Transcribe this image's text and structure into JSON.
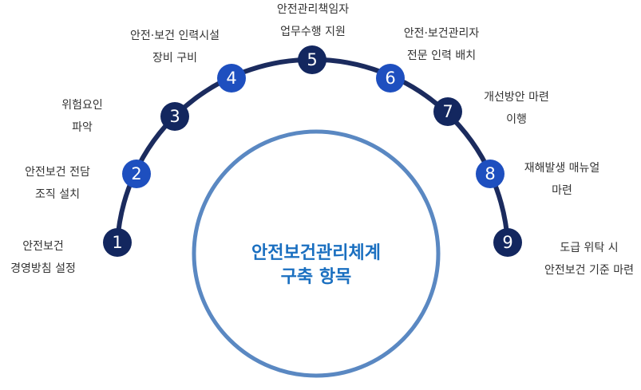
{
  "title": {
    "line1": "안전보건관리체계",
    "line2": "구축 항목"
  },
  "colors": {
    "arc": "#1b2b5e",
    "node_dark": "#13275f",
    "node_blue": "#1e4fbf",
    "circle_ring": "#5a88c2",
    "title": "#1a6fc0"
  },
  "steps": [
    {
      "number": "1",
      "line1": "안전보건",
      "line2": "경영방침 설정"
    },
    {
      "number": "2",
      "line1": "안전보건 전담",
      "line2": "조직 설치"
    },
    {
      "number": "3",
      "line1": "위험요인",
      "line2": "파악"
    },
    {
      "number": "4",
      "line1": "안전·보건 인력시설",
      "line2": "장비 구비"
    },
    {
      "number": "5",
      "line1": "안전관리책임자",
      "line2": "업무수행 지원"
    },
    {
      "number": "6",
      "line1": "안전·보건관리자",
      "line2": "전문 인력 배치"
    },
    {
      "number": "7",
      "line1": "개선방안 마련",
      "line2": "이행"
    },
    {
      "number": "8",
      "line1": "재해발생 매뉴얼",
      "line2": "마련"
    },
    {
      "number": "9",
      "line1": "도급 위탁 시",
      "line2": "안전보건 기준 마련"
    }
  ]
}
